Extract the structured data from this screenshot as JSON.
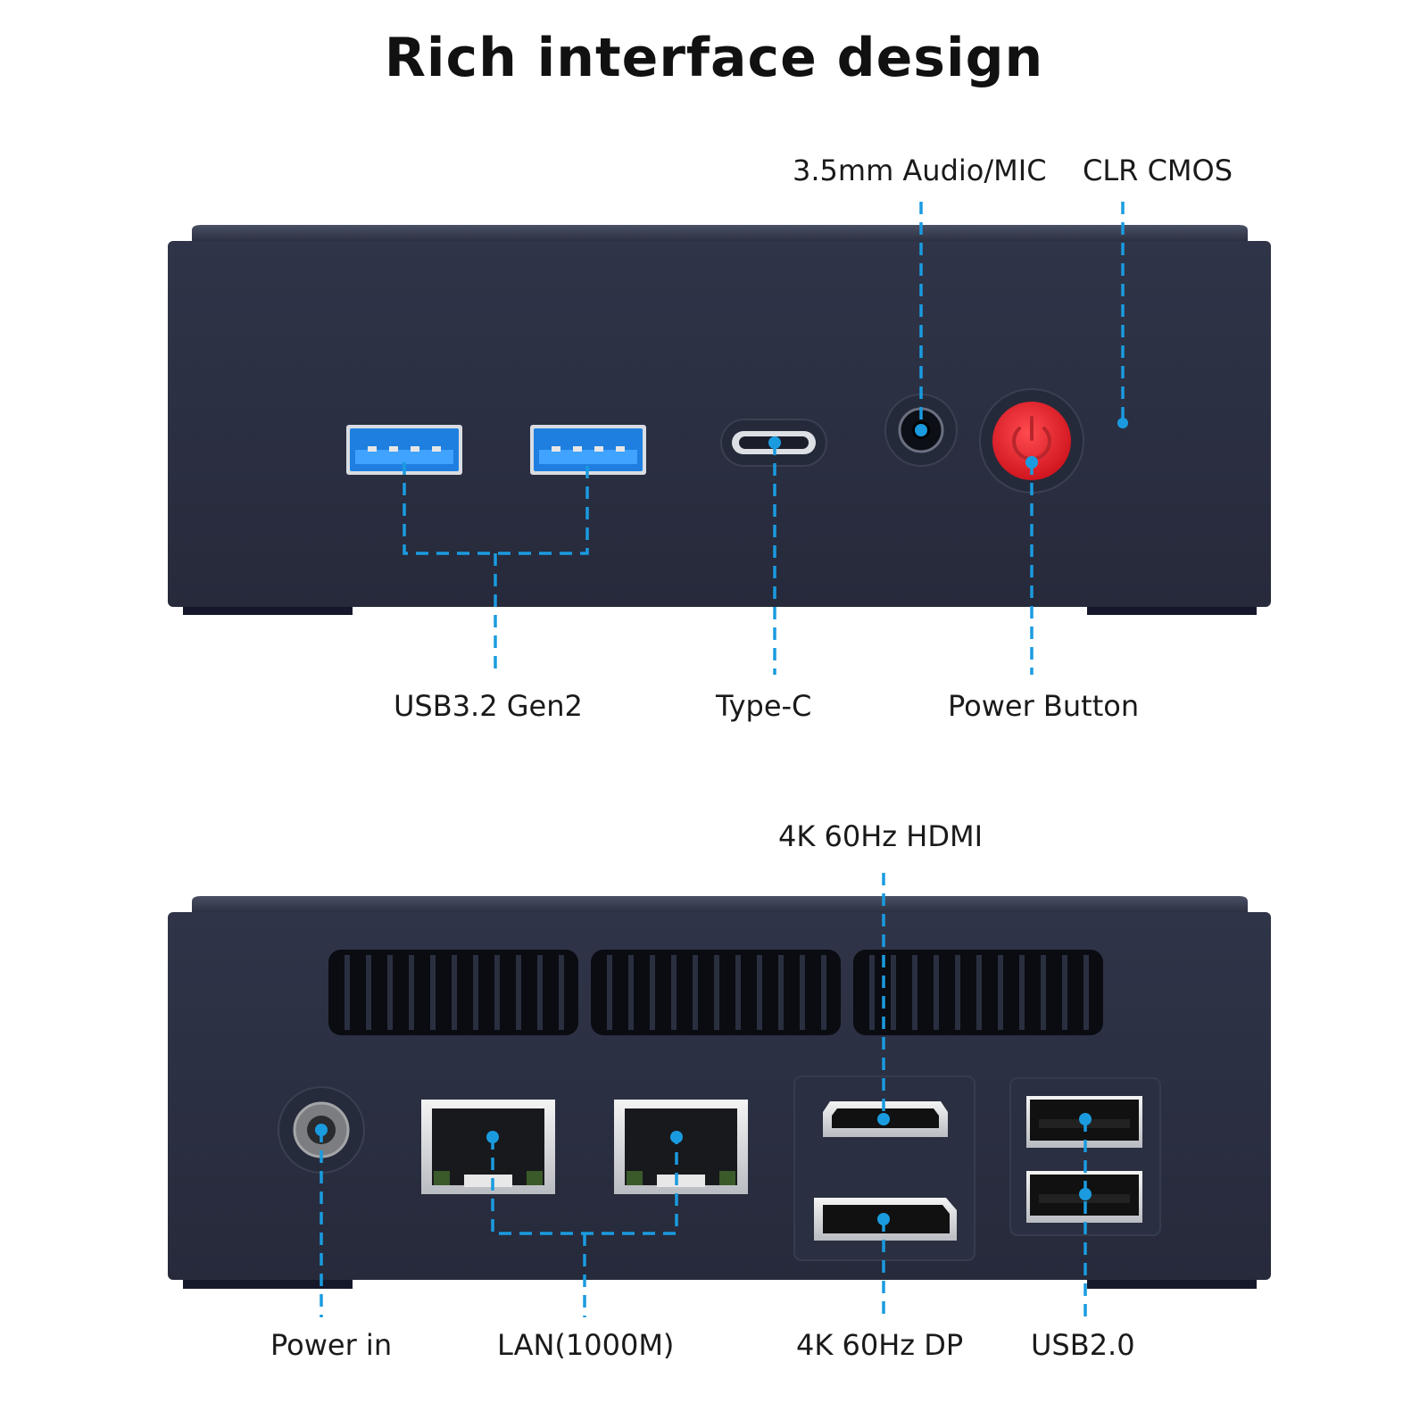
{
  "title": "Rich interface design",
  "colors": {
    "chassis": "#2b3044",
    "chassis_top": "#3a4054",
    "leader": "#1a9be0",
    "usb3_blue": "#1f7fe0",
    "power_red": "#e8202a"
  },
  "front_panel": {
    "labels": {
      "audio": "3.5mm Audio/MIC",
      "clr_cmos": "CLR CMOS",
      "usb3": "USB3.2 Gen2",
      "type_c": "Type-C",
      "power_button": "Power Button"
    },
    "icons": [
      "usb3-port-icon",
      "type-c-port-icon",
      "audio-jack-icon",
      "power-button-icon",
      "clr-cmos-hole-icon"
    ]
  },
  "rear_panel": {
    "labels": {
      "hdmi": "4K 60Hz HDMI",
      "power_in": "Power in",
      "lan": "LAN(1000M)",
      "dp": "4K 60Hz DP",
      "usb2": "USB2.0"
    },
    "icons": [
      "dc-power-jack-icon",
      "rj45-port-icon",
      "hdmi-port-icon",
      "displayport-icon",
      "usb2-port-icon",
      "vent-grille-icon"
    ]
  }
}
